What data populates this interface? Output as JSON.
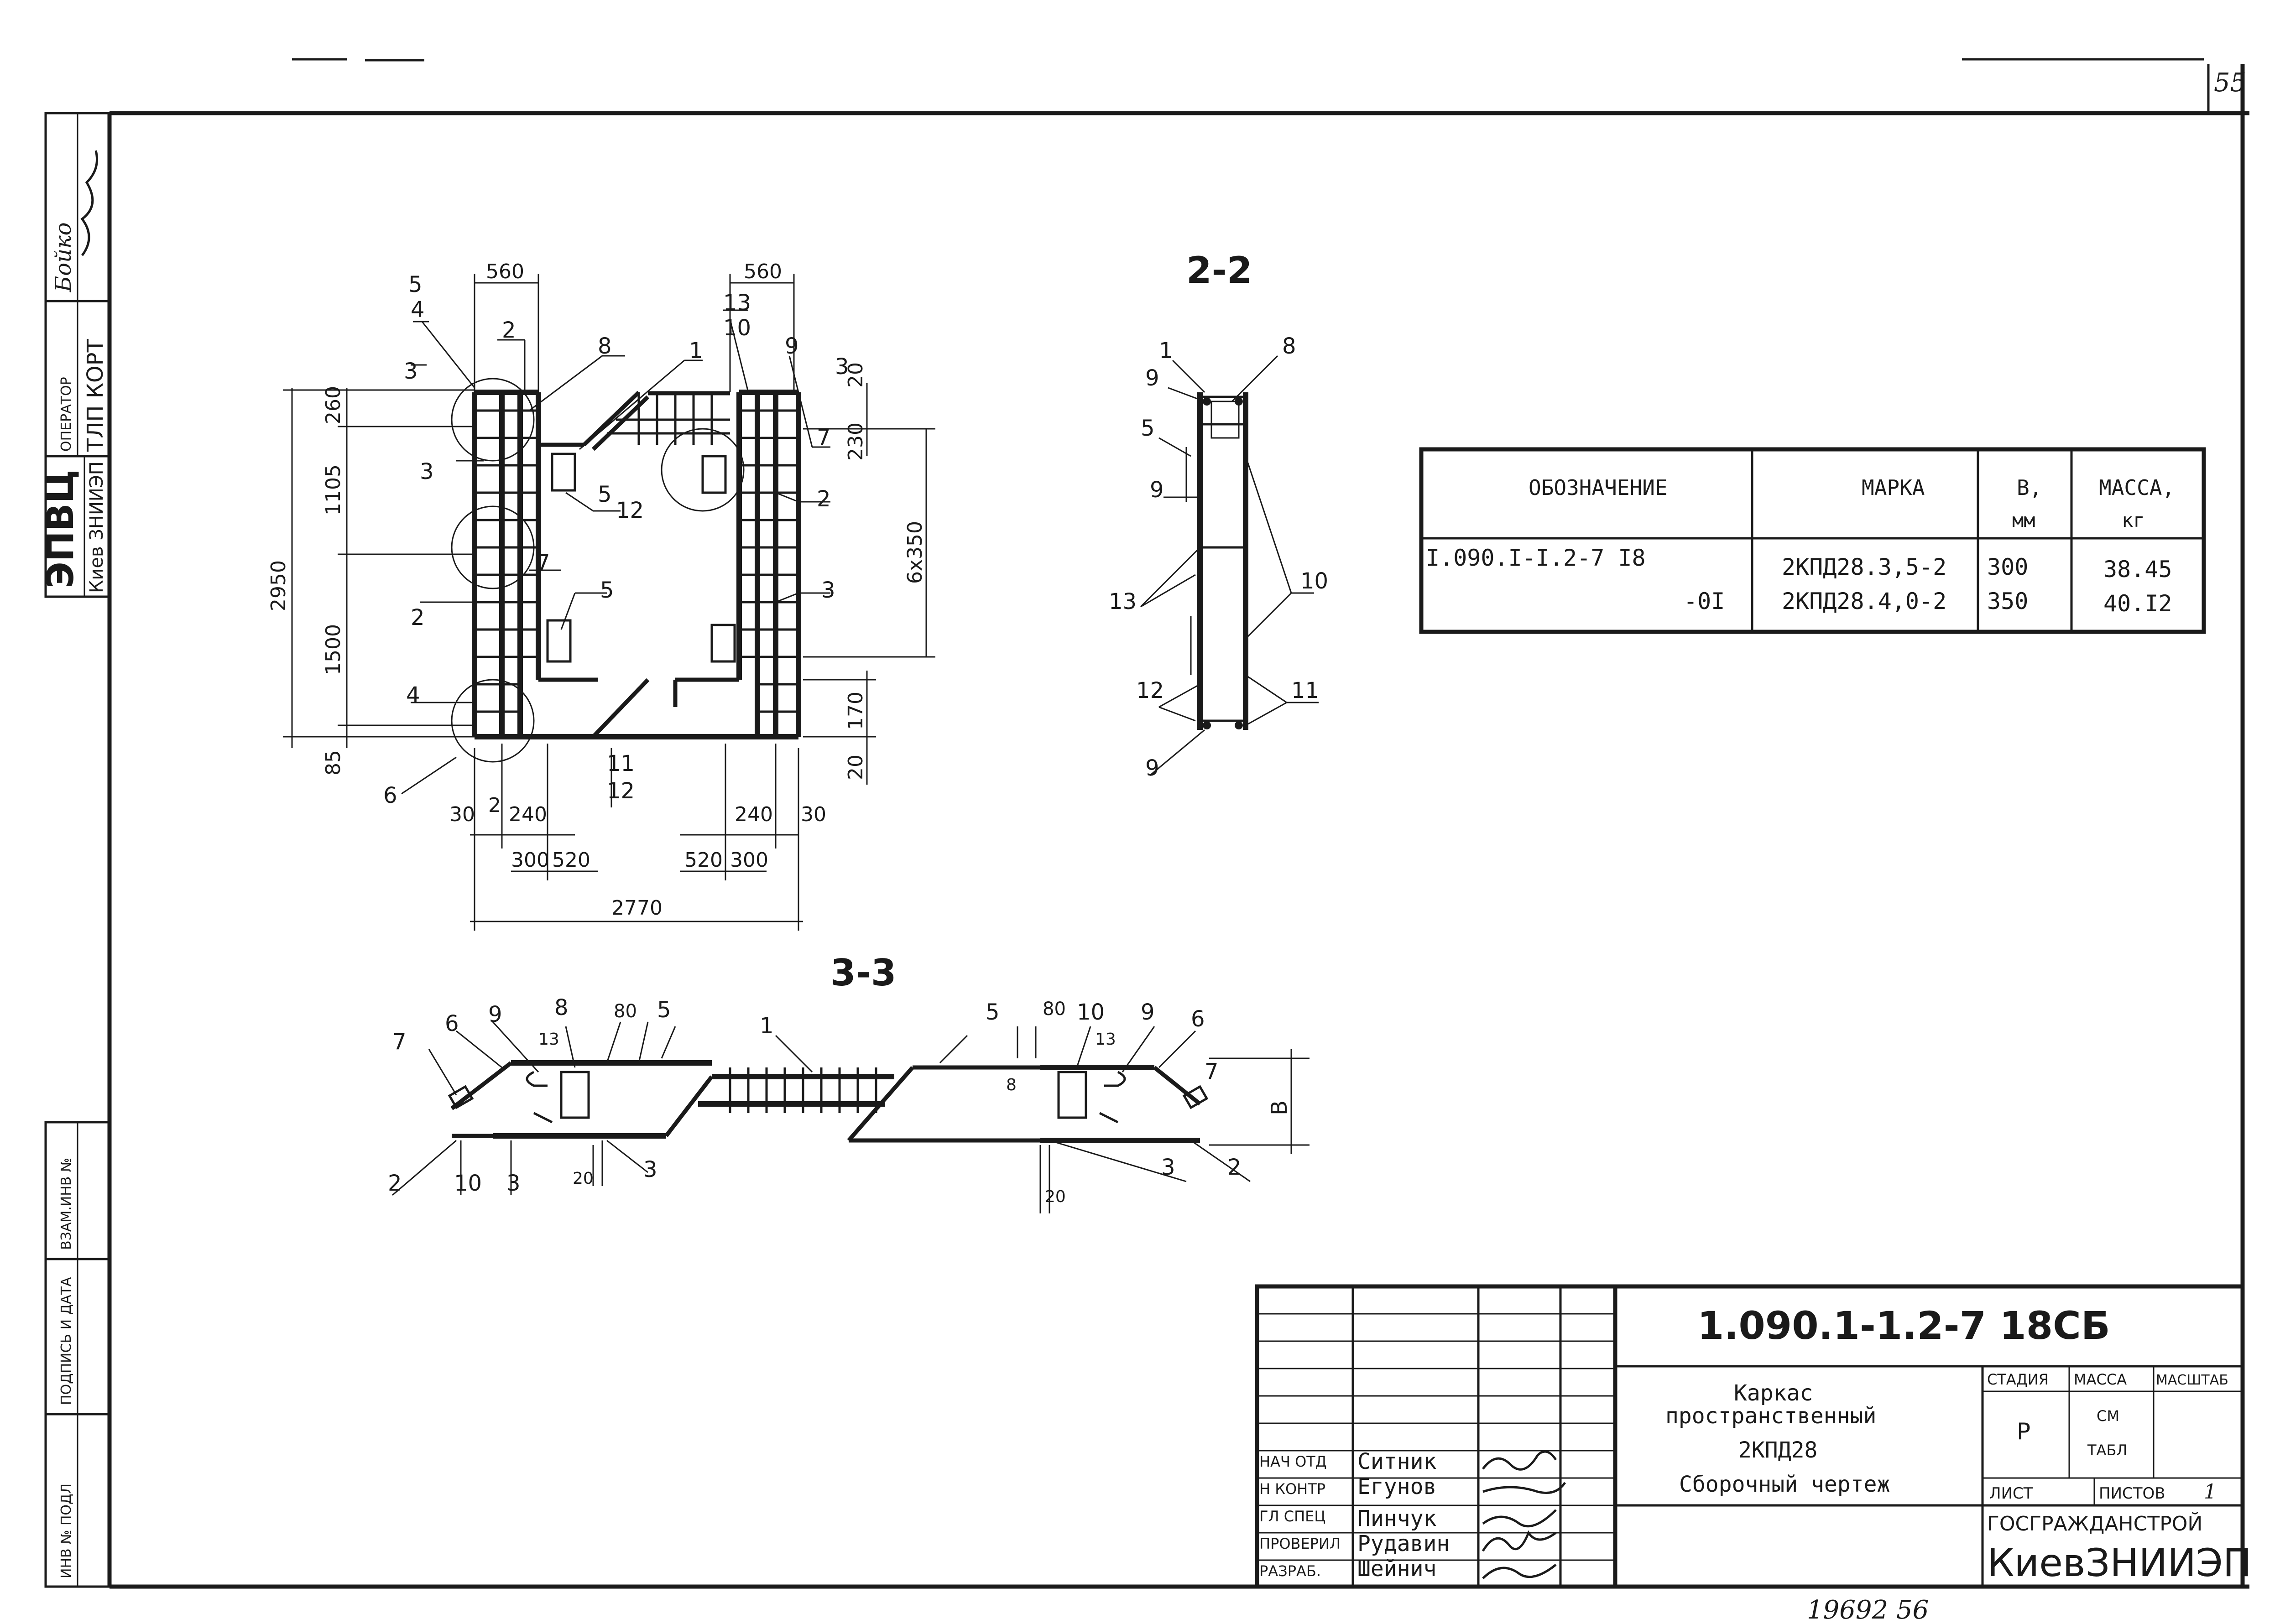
{
  "sheet": {
    "page_corner": "55",
    "bottom_note": "19692  56",
    "side_stamp": {
      "org1": "ЭПВЦ",
      "org2": "Киев ЗНИИЭП",
      "operator_label": "ОПЕРАТОР",
      "operator_value": "ТЛП КОРТ",
      "name": "Бойко",
      "boxes": [
        "ВЗАМ.ИНВ №",
        "ПОДПИСЬ И ДАТА",
        "ИНВ № ПОДЛ"
      ]
    }
  },
  "section_titles": {
    "s22": "2-2",
    "s33": "3-3"
  },
  "plan": {
    "dims": {
      "top_left": "560",
      "top_right": "560",
      "bottom_total": "2770",
      "left_total": "2950",
      "left_260": "260",
      "left_1105": "1105",
      "left_1500": "1500",
      "left_85": "85",
      "right_step": "6х350",
      "right_230": "230",
      "right_20a": "20",
      "right_170": "170",
      "right_20b": "20",
      "b_30a": "30",
      "b_2": "2",
      "b_240a": "240",
      "b_300a": "300",
      "b_520a": "520",
      "b_520b": "520",
      "b_300b": "300",
      "b_240b": "240",
      "b_30b": "30"
    },
    "callouts": {
      "c5": "5",
      "c4": "4",
      "c3": "3",
      "c2": "2",
      "c8": "8",
      "c1": "1",
      "c13": "13",
      "c10": "10",
      "c9": "9",
      "c3r": "3",
      "c7r": "7",
      "c3l": "3",
      "c5b": "5",
      "c12": "12",
      "c2r": "2",
      "c7": "7",
      "c3b": "3",
      "c2l": "2",
      "c5c": "5",
      "c4l": "4",
      "c6": "6",
      "c11": "11",
      "c12b": "12"
    }
  },
  "sec22": {
    "callouts": {
      "c1": "1",
      "c8": "8",
      "c9a": "9",
      "c5": "5",
      "c9b": "9",
      "c13": "13",
      "c10": "10",
      "c12": "12",
      "c11": "11",
      "c9c": "9"
    }
  },
  "sec33": {
    "callouts": {
      "c7": "7",
      "c6": "6",
      "c9": "9",
      "c8": "8",
      "c13": "13",
      "c80": "80",
      "c5": "5",
      "c1": "1",
      "c5r": "5",
      "c80r": "80",
      "c10r": "10",
      "c9r": "9",
      "c6r": "6",
      "c13r": "13",
      "c8r": "8",
      "c7r": "7",
      "cB": "В",
      "c2": "2",
      "c10": "10",
      "c3": "3",
      "c20": "20",
      "c3m": "3",
      "c20r": "20",
      "c3r": "3",
      "c2r": "2"
    }
  },
  "spec_table": {
    "headers": [
      "ОБОЗНАЧЕНИЕ",
      "МАРКА",
      "В,",
      "мм",
      "МАССА,",
      "кг"
    ],
    "rows": [
      {
        "code": "I.090.I-I.2-7 I8",
        "mark": "2КПД28.3,5-2",
        "b": "300",
        "mass": "38.45"
      },
      {
        "code": "-0I",
        "mark": "2КПД28.4,0-2",
        "b": "350",
        "mass": "40.I2"
      }
    ]
  },
  "title_block": {
    "doc_code": "1.090.1-1.2-7 18СБ",
    "item_title_1": "Каркас",
    "item_title_2": "пространственный",
    "item_title_3": "2КПД28",
    "item_title_4": "Сборочный чертеж",
    "stage_label": "СТАДИЯ",
    "mass_label": "МАССА",
    "scale_label": "МАСШТАБ",
    "stage_value": "Р",
    "mass_value_1": "СМ",
    "mass_value_2": "ТАБЛ",
    "sheet_label": "ЛИСТ",
    "sheets_label": "ПИСТОВ",
    "sheets_value": "1",
    "org_1": "ГОСГРАЖДАНСТРОЙ",
    "org_2": "КиевЗНИИЭП",
    "signers": [
      {
        "role": "НАЧ ОТД",
        "name": "Ситник"
      },
      {
        "role": "Н КОНТР",
        "name": "Егунов"
      },
      {
        "role": "ГЛ СПЕЦ",
        "name": "Пинчук"
      },
      {
        "role": "ПРОВЕРИЛ",
        "name": "Рудавин"
      },
      {
        "role": "РАЗРАБ.",
        "name": "Шейнич"
      }
    ]
  }
}
